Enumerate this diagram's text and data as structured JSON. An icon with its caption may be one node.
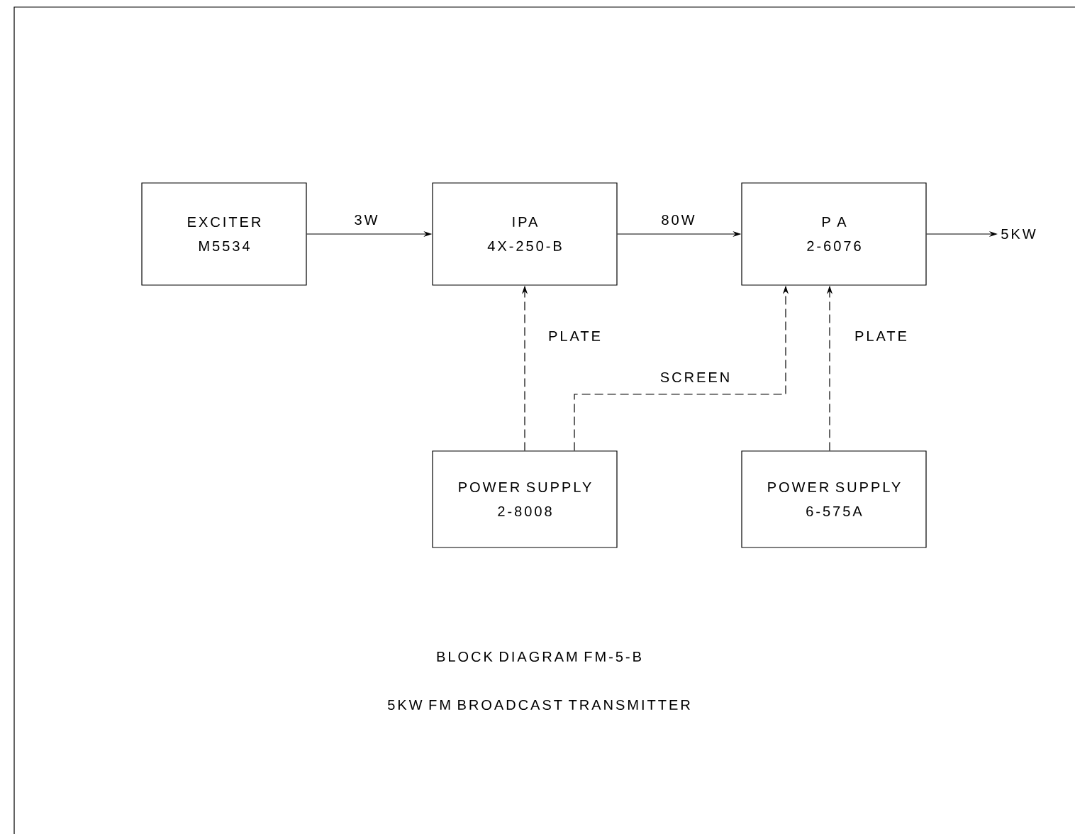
{
  "diagram": {
    "title": "BLOCK DIAGRAM FM-5-B",
    "caption": "5KW FM BROADCAST TRANSMITTER",
    "nodes": [
      {
        "text": [
          "EXCITER",
          "M5534"
        ]
      },
      {
        "text": [
          "IPA",
          "4X-250-B"
        ]
      },
      {
        "text": [
          "P A",
          "2-6076"
        ]
      },
      {
        "text": [
          "5KW"
        ]
      },
      {
        "text": [
          "POWER SUPPLY",
          "2-8008"
        ]
      },
      {
        "text": [
          "POWER SUPPLY",
          "6-575A"
        ]
      }
    ],
    "edges": [
      {
        "from": 0,
        "to": 1,
        "arrow": "to",
        "label": "3W"
      },
      {
        "from": 1,
        "to": 2,
        "arrow": "to",
        "label": "80W"
      },
      {
        "from": 2,
        "to": 3,
        "arrow": "to"
      },
      {
        "from": 4,
        "to": 1,
        "arrow": "to",
        "label": "PLATE",
        "style": "dashed"
      },
      {
        "from": 4,
        "to": 2,
        "arrow": "to",
        "label": "SCREEN",
        "style": "dashed"
      },
      {
        "from": 5,
        "to": 2,
        "arrow": "to",
        "label": "PLATE",
        "style": "dashed"
      }
    ]
  }
}
